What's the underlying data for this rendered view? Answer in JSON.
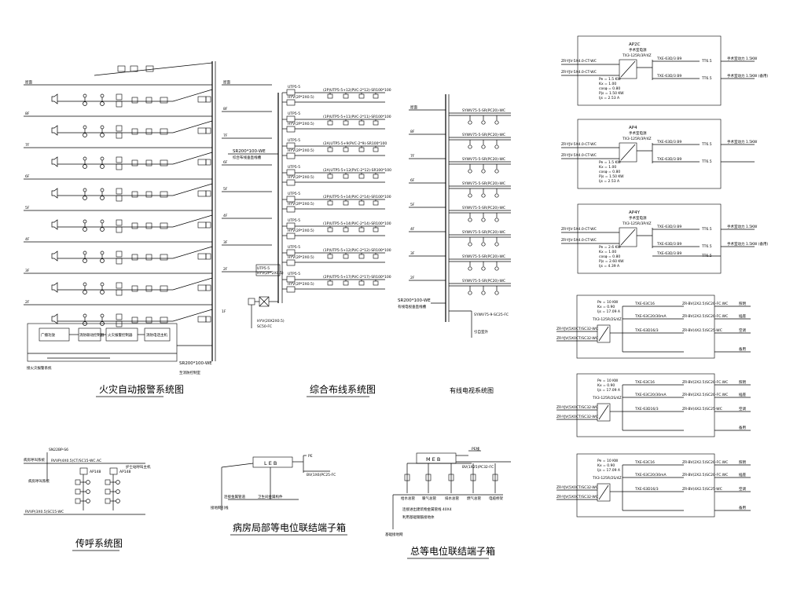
{
  "titles": {
    "fire": "火灾自动报警系统图",
    "cabling": "综合布线系统图",
    "tv": "有线电视系统图",
    "call": "传呼系统图",
    "leb_title": "病房局部等电位联结端子箱",
    "meb_title": "总等电位联结端子箱"
  },
  "floors": [
    "屋面",
    "8F",
    "7F",
    "6F",
    "5F",
    "4F",
    "3F",
    "2F",
    "1F"
  ],
  "fire_system": {
    "bottom_note": "SR200*100-WE",
    "bottom_sub": "至消防控制室",
    "panel_labels": [
      "广播功放",
      "消防联动控制器",
      "火灾报警控制器",
      "消防电话主机"
    ],
    "left_note": "接火灾报警系统"
  },
  "cabling_system": {
    "trunk_note": "SR200*100-WE",
    "trunk_sub": "综合布线垂直线槽",
    "cable_label": "UTP5-5",
    "fiber_label": "HYV(2P*2X0.5)",
    "floor_runs": [
      "(2P)UTP5-5+12(PVC-2*12)-SR100*100",
      "(1P)UTP5-5+11(PVC-2*11)-SR100*100",
      "(2A)UTP5-5+9(PVC-2*9)-SR100*100",
      "(2A)UTP5-5+12(PVC-2*12)-SR100*100",
      "(2P)UTP5-5+14(PVC-2*14)-SR100*100",
      "(1P)UTP5-5+14(PVC-2*14)-SR100*100",
      "(1P)UTP5-5+12(PVC-2*12)-SR100*100",
      "(2P)UTP5-5+17(PVC-2*17)-SR100*100"
    ],
    "entry_label": "HYV(20X2X0.5)",
    "entry_sub": "SC50-FC",
    "floor_tag": "1F"
  },
  "tv_system": {
    "trunk_note": "SR200*100-WE",
    "trunk_sub": "有线电视垂直线槽",
    "floor_run": "SYWV75-5-SR(PC20)-WC",
    "entry": "SYWV75-9-SC25-FC",
    "entry_sub": "引自室外"
  },
  "power_panels": [
    {
      "name": "AP2C",
      "sub": "手术室电源",
      "breaker": "TX3-125R/3P/4Z",
      "feeder1": "ZR-YJV-5X4.0-CT-WC",
      "feeder2": "ZR-YJV-5X4.0-CT-WC",
      "params": [
        "Pe = 1.5 KW",
        "Kx = 1.00",
        "cosφ = 0.80",
        "Pjs = 1.50 KW",
        "Ijs = 2.53 A"
      ],
      "out1": "TXE-63D/3 B9",
      "out2": "TXE-63D/3 B9",
      "tag1": "TT6.5",
      "tag2": "TT6.5",
      "load1": "手术室动力 1.5KW",
      "load2": "手术室动力 1.5KW (备用)"
    },
    {
      "name": "AP4",
      "sub": "手术室电源",
      "breaker": "TX3-125R/3P/4Z",
      "feeder1": "ZR-YJV-5X4.0-CT-WC",
      "feeder2": "ZR-YJV-5X4.0-CT-WC",
      "params": [
        "Pe = 1.5 KW",
        "Kx = 1.00",
        "cosφ = 0.80",
        "Pjs = 1.50 KW",
        "Ijs = 2.53 A"
      ],
      "out1": "TXE-63D/3 B9",
      "out2": "TXE-63D/3 B9",
      "tag1": "TT6.5",
      "tag2": "TT6.5",
      "load1": "手术室动力 1.5KW",
      "load2": ""
    },
    {
      "name": "AP4Y",
      "sub": "手术室电源",
      "breaker": "TX3-125R/3P/4Z",
      "feeder1": "ZR-YJV-5X4.0-CT-WC",
      "feeder2": "ZR-YJV-5X4.0-CT-WC",
      "params": [
        "Pe = 2.6 KW",
        "Kx = 1.00",
        "cosφ = 0.80",
        "Pjs = 2.60 KW",
        "Ijs = 4.39 A"
      ],
      "out1": "TXE-63D/3 B9",
      "out2": "TXE-63D/3 B9",
      "tag1": "TT6.5",
      "tag2": "TT6.5",
      "load1": "手术室动力 1.5KW",
      "load2": "手术室动力 1.5KW (备用)"
    }
  ],
  "light_panels": [
    {
      "params": [
        "Pe = 10 KW",
        "Kx = 0.90",
        "Ijs = 17.09 A"
      ],
      "breaker": "TX3-125R/2S/4Z",
      "feeder1": "ZR-YJV(5X0CT/SC32-WC",
      "feeder2": "ZR-YJV(5X0CT/SC32-WC",
      "rows": [
        "TXE-63C16",
        "TXE-63C20/30mA",
        "TXE-63D16/3",
        ""
      ],
      "cables": [
        "ZR-BV(2X2.5)SC20-FC.WC",
        "ZR-BV(2X2.5)SC20-FC.WC",
        "ZR-BV(4X2.5)SC25-WC",
        ""
      ],
      "loads": [
        "照明",
        "插座",
        "空调",
        "备用"
      ]
    },
    {
      "params": [
        "Pe = 10 KW",
        "Kx = 0.90",
        "Ijs = 17.09 A"
      ],
      "breaker": "TX3-125R/2S/4Z",
      "feeder1": "ZR-YJV(5X0CT/SC32-WC",
      "feeder2": "ZR-YJV(5X0CT/SC32-WC",
      "rows": [
        "TXE-63C16",
        "TXE-63C20/30mA",
        "TXE-63D16/3",
        ""
      ],
      "cables": [
        "ZR-BV(2X2.5)SC20-FC.WC",
        "ZR-BV(2X2.5)SC20-FC.WC",
        "ZR-BV(4X2.5)SC25-WC",
        ""
      ],
      "loads": [
        "照明",
        "插座",
        "空调",
        "备用"
      ]
    },
    {
      "params": [
        "Pe = 10 KW",
        "Kx = 0.90",
        "Ijs = 17.09 A"
      ],
      "breaker": "TX3-125R/2S/4Z",
      "feeder1": "ZR-YJV(5X0CT/SC32-WC",
      "feeder2": "ZR-YJV(5X0CT/SC32-WC",
      "rows": [
        "TXE-63C16",
        "TXE-63C20/30mA",
        "TXE-63D16/3",
        ""
      ],
      "cables": [
        "ZR-BV(2X2.5)SC20-FC.WC",
        "ZR-BV(2X2.5)SC20-FC.WC",
        "ZR-BV(4X2.5)SC25-WC",
        ""
      ],
      "loads": [
        "照明",
        "插座",
        "空调",
        "备用"
      ]
    }
  ],
  "call_system": {
    "top_label": "SN22BP-S6",
    "cable_a": "RVVP(4X0.5)CT/SC15-WC.AC",
    "cable_b": "RVVP(3X0.5)SC15-WC",
    "station1": "AP148",
    "station2": "AP148",
    "left_label": "病房呼叫系统",
    "right_label": "护士站呼叫主机"
  },
  "leb": {
    "box": "L E B",
    "pe": "PE",
    "cable": "BV(1X6)PC25-FC",
    "label1": "连接金属管道",
    "label2": "卫生间金属构件",
    "ground": "接地网引线"
  },
  "meb": {
    "box": "M E B",
    "pe": "PE线",
    "cable": "BV(1X25)PC32-FC",
    "items": [
      "给水总管",
      "暖气总管",
      "排水总管",
      "燃气总管",
      "电缆桥架"
    ],
    "note1": "连接进出建筑物金属管线 40X4",
    "note2": "利用基础钢筋接地体",
    "ground": "基础接地网"
  }
}
